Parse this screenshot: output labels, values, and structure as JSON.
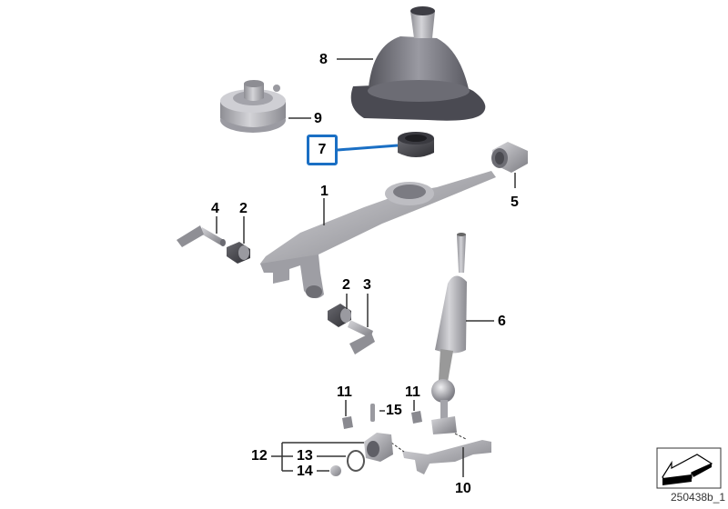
{
  "diagram": {
    "type": "exploded-parts-diagram",
    "subject": "gear shift lever assembly",
    "highlight_color": "#1a6fc4",
    "reference_code": "250438b_1",
    "callouts": [
      {
        "number": "1",
        "part": "shift lever carrier / bracket"
      },
      {
        "number": "2",
        "part": "bushing (left)"
      },
      {
        "number": "2",
        "part": "bushing (right)"
      },
      {
        "number": "3",
        "part": "pin with clip (right)"
      },
      {
        "number": "4",
        "part": "pin with clip (left)"
      },
      {
        "number": "5",
        "part": "bushing sleeve"
      },
      {
        "number": "6",
        "part": "gear shift lever"
      },
      {
        "number": "7",
        "part": "bearing cup",
        "highlighted": true
      },
      {
        "number": "8",
        "part": "shift boot"
      },
      {
        "number": "9",
        "part": "bearing housing"
      },
      {
        "number": "10",
        "part": "selector rod / shift linkage"
      },
      {
        "number": "11",
        "part": "retaining clip (left)"
      },
      {
        "number": "11",
        "part": "retaining clip (right)"
      },
      {
        "number": "12",
        "part": "joint repair kit"
      },
      {
        "number": "13",
        "part": "O-ring"
      },
      {
        "number": "14",
        "part": "plug"
      },
      {
        "number": "15",
        "part": "dowel pin"
      }
    ]
  },
  "labels": {
    "l1": "1",
    "l2a": "2",
    "l2b": "2",
    "l3": "3",
    "l4": "4",
    "l5": "5",
    "l6": "6",
    "l7": "7",
    "l8": "8",
    "l9": "9",
    "l10": "10",
    "l11a": "11",
    "l11b": "11",
    "l12": "12",
    "l13": "13",
    "l14": "14",
    "l15": "15"
  }
}
